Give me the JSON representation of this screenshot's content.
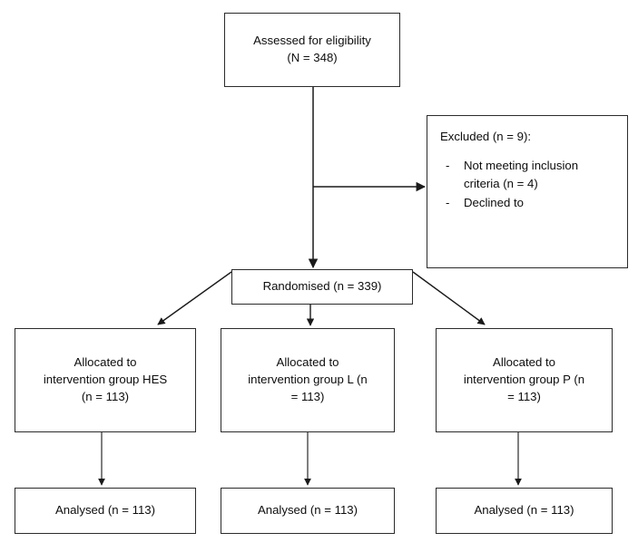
{
  "diagram": {
    "type": "consort-flow-diagram",
    "title": "CONSORT participant flow diagram",
    "colors": {
      "box_border": "#2b2b2b",
      "connector": "#1a1a1a",
      "background": "#ffffff",
      "text": "#0d0d0d"
    }
  },
  "nodes": {
    "assessed": {
      "line1": "Assessed for eligibility",
      "line2": "(N = 348)"
    },
    "excluded": {
      "heading": "Excluded (n = 9):",
      "bullets": [
        {
          "dash": "-",
          "text": "Not meeting inclusion criteria (n = 4)"
        },
        {
          "dash": "-",
          "text": "Declined to"
        }
      ]
    },
    "randomised": {
      "line1": "Randomised (n = 339)"
    },
    "allocated_hes": {
      "line1": "Allocated to",
      "line2": "intervention group HES",
      "line3": "(n = 113)"
    },
    "allocated_l": {
      "line1": "Allocated to",
      "line2": "intervention group L (n",
      "line3": "= 113)"
    },
    "allocated_p": {
      "line1": "Allocated to",
      "line2": "intervention group P (n",
      "line3": "= 113)"
    },
    "analysed_hes": {
      "line1": "Analysed (n = 113)"
    },
    "analysed_l": {
      "line1": "Analysed (n = 113)"
    },
    "analysed_p": {
      "line1": "Analysed (n = 113)"
    }
  },
  "flow": {
    "enrolled_total": 348,
    "excluded_total": 9,
    "excluded_not_meeting_criteria": 4,
    "randomised_total": 339,
    "arms": [
      {
        "name": "HES",
        "allocated": 113,
        "analysed": 113
      },
      {
        "name": "L",
        "allocated": 113,
        "analysed": 113
      },
      {
        "name": "P",
        "allocated": 113,
        "analysed": 113
      }
    ]
  }
}
